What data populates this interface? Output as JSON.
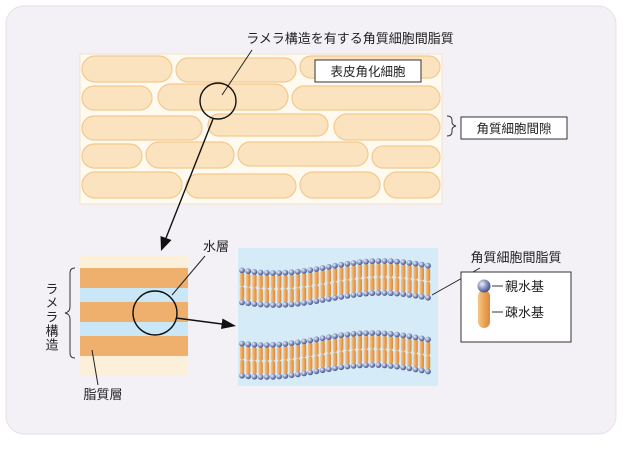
{
  "labels": {
    "lamellar_lipid": "ラメラ構造を有する角質細胞間脂質",
    "corneocyte": "表皮角化細胞",
    "intercellular_gap": "角質細胞間隙",
    "water_layer": "水層",
    "lamellar_structure": "ラメラ構造",
    "lipid_layer": "脂質層",
    "intercellular_lipid": "角質細胞間脂質",
    "hydrophilic": "親水基",
    "hydrophobic": "疎水基"
  },
  "colors": {
    "panel_bg": "#f4f1f6",
    "cell_fill": "#fbe3c0",
    "cell_stroke": "#f2c98e",
    "gap_fill": "#fffaf0",
    "lipid_band": "#efb06e",
    "water_band": "#c9e7f6",
    "membrane_bg": "#d5ecf8",
    "head_color": "#6f7fb0",
    "tail_color": "#e9a456",
    "line": "#222222"
  }
}
